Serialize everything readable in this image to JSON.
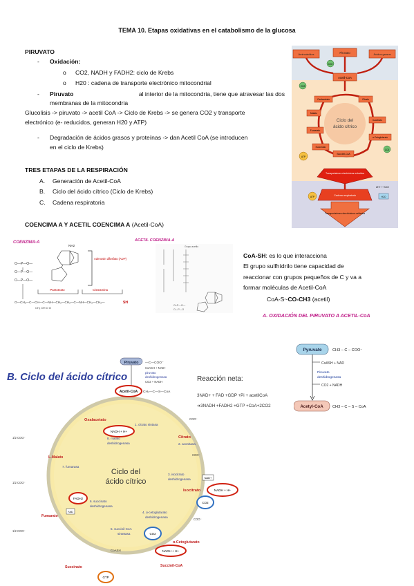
{
  "title": "TEMA 10. Etapas oxidativas en el catabolismo de la glucosa",
  "piruvato": {
    "heading": "PIRUVATO",
    "dash": "-",
    "oxidacion_label": "Oxidación:",
    "bullet": "o",
    "sub1": "CO2, NADH y FADH2: ciclo de Krebs",
    "sub2": "H20 : cadena de transporte electrónico mitocondrial",
    "piruvato_bold": "Piruvato",
    "piruvato_rest1": "al interior de la mitocondria, tiene que atravesar las dos",
    "piruvato_rest2": "membranas de la mitocondria",
    "glucolisis1": "Glucolisis -> piruvato -> acetil CoA -> Ciclo de Krebs -> se genera CO2 y transporte",
    "glucolisis2": "electrónico (e- reducidos, generan H20 y ATP)",
    "degradacion1": "Degradación de ácidos grasos y proteínas -> dan Acetil CoA (se introducen",
    "degradacion2": "en el ciclo de Krebs)"
  },
  "etapas": {
    "heading": "TRES ETAPAS DE LA RESPIRACIÓN",
    "items": [
      {
        "letter": "A.",
        "text": "Generación de Acetil-CoA"
      },
      {
        "letter": "B.",
        "text": "Ciclo del ácido cítrico (Ciclo de Krebs)"
      },
      {
        "letter": "C.",
        "text": "Cadena respiratoria"
      }
    ]
  },
  "coenzima": {
    "heading_bold": "COENCIMA A Y ACETIL COENCIMA A",
    "heading_rest": "(Acetil-CoA)",
    "fig_label_1": "COENZIMA-A",
    "fig_label_2": "ACETIL COENZIMA-A",
    "adp_label": "Adenosin difosfato (ADP)",
    "pantoteato": "Pantoteato",
    "cisteamina": "Cisteamina",
    "sh": "SH",
    "nh2": "NH2",
    "grupo_acetilo": "Grupo acetilo",
    "coash_bold": "CoA-SH",
    "coash_rest": ": es lo que interacciona",
    "text1": "El grupo sulfhídrilo tiene capacidad de",
    "text2": "reaccionar con grupos pequeños de C y va a",
    "text3": "formar moléculas de Acetil-CoA",
    "formula_a": "CoA-S~",
    "formula_b": "CO-CH3",
    "formula_c": "(acetil)"
  },
  "oxidacion_piruvato": {
    "title": "A. OXIDACIÓN DEL PIRUVATO A ACETIL-CoA",
    "pyruvate": "Pyruvate",
    "acetyl": "Acetyl-CoA",
    "coash_nad": "CoASH + NAD",
    "enzyme1": "Piruvato",
    "enzyme2": "deshidrogenasa",
    "products": "CO2 + NADH",
    "pyr_formula": "CH3 – C – COO⁻",
    "acetyl_formula": "CH3 – C – S – CoA"
  },
  "krebs": {
    "title": "B. Ciclo del ácido cítrico",
    "reaccion_title": "Reacción neta:",
    "reaccion1": "3NAD+ + FAD +GDP +Pi + acetilCoA",
    "reaccion2": "➔3NADH +FADH2 +GTP +CoA+2CO2",
    "center1": "Ciclo del",
    "center2": "ácido cítrico",
    "piruvato": "Piruvato",
    "acetilcoa": "Acetil-CoA",
    "oxalacetato": "Oxalacetato",
    "citrato": "Citrato",
    "isocitrato": "Isocitrato",
    "cetoglutarato": "α-Cetoglutarato",
    "succinilcoa": "Succinil-CoA",
    "succinato": "Succinato",
    "fumarato": "Fumarato",
    "malato": "L-Malato",
    "pdh1": "piruvato",
    "pdh2": "deshidrogenasa",
    "e1": "1. citrato sintasa",
    "e2": "2. aconitasa",
    "e3a": "3. isocitrato",
    "e3b": "deshidrogenasa",
    "e4a": "4. α-cetoglutarato",
    "e4b": "deshidrogenasa",
    "e5a": "5. succinil-CoA",
    "e5b": "sintetasa",
    "e6a": "6. succinato",
    "e6b": "deshidrogenasa",
    "e7": "7. fumarasa",
    "e8a": "8. malato",
    "e8b": "deshidrogenasa",
    "nadh": "NADH + H+",
    "fadh2": "FADH2",
    "co2": "CO2",
    "gtp": "GTP",
    "nad": "NAD+",
    "fad": "FAD",
    "coash_nad": "CoASH + NAD+",
    "co2_nadh": "CO2 + NADH",
    "coash": "CoASH"
  },
  "overview": {
    "aminoacidos": "Aminoácidos",
    "piruvato": "Piruvato",
    "acidos_grasos": "Ácidos grasos",
    "acetilcoa": "Acetil-CoA",
    "oxalacetato": "Oxalacetato",
    "citrato": "Citrato",
    "malato": "Malato",
    "isocitrato": "Isocitrato",
    "fumarato": "Fumarato",
    "cetoglutarato": "α-Cetoglutarato",
    "succinato": "Succinato",
    "succinilcoa": "Succinil-CoA",
    "center1": "Ciclo del",
    "center2": "ácido cítrico",
    "transportadores": "Transportadores electrónicos reducidos",
    "cadena": "Cadena respiratoria",
    "transportadores_ox": "Transportadores electrónicos oxidados",
    "co2": "CO2",
    "atp": "ATP",
    "h2o": "H2O",
    "o2": "2H+ + ½O2"
  }
}
